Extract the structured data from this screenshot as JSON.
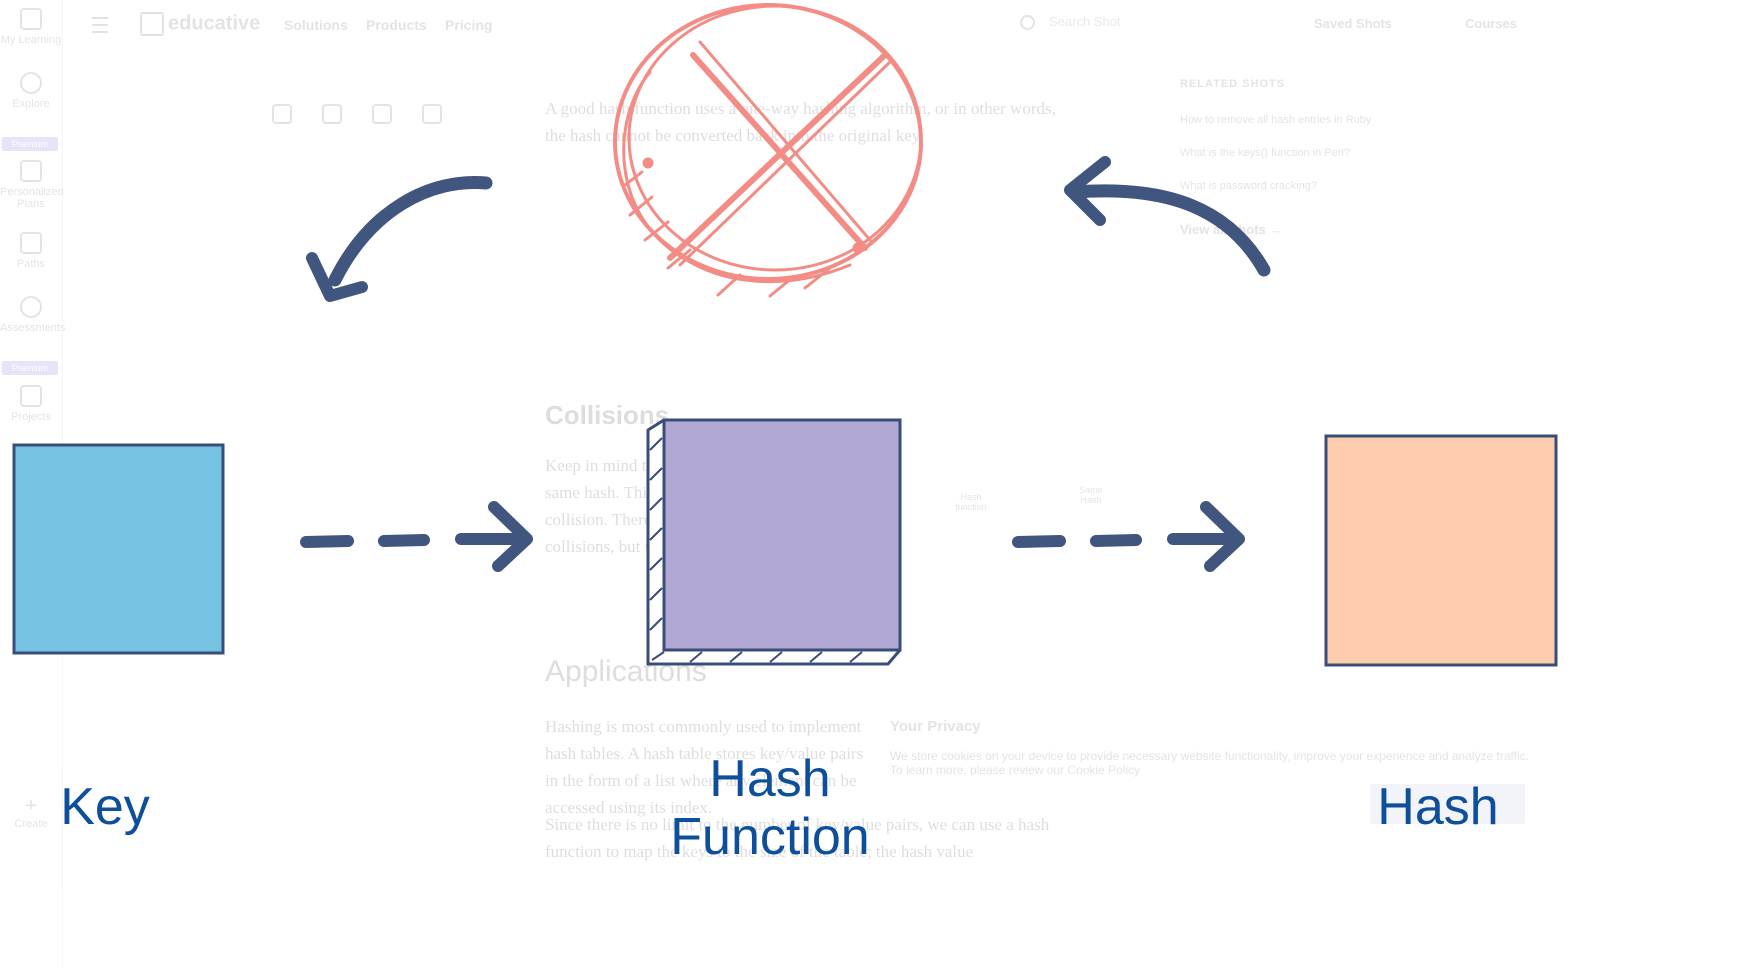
{
  "diagram": {
    "labels": {
      "key": "Key",
      "hash_function": "Hash Function",
      "hash": "Hash"
    },
    "colors": {
      "key_box": "#76c2e2",
      "hash_function_box": "#b1a8d3",
      "hash_box": "#fecdae",
      "outline": "#3a4d78",
      "arrow": "#41567f",
      "forbidden": "#f28c85",
      "label_text": "#0d4f9b"
    },
    "icons": [
      "forbidden-icon",
      "dashed-arrow-right-icon",
      "curved-arrow-icon"
    ]
  },
  "background_page": {
    "nav": [
      "Solutions",
      "Products",
      "Pricing"
    ],
    "logo": "educative",
    "search_placeholder": "Search Shot",
    "saved_shots": "Saved Shots",
    "courses": "Courses",
    "sidebar": [
      "My Learning",
      "Explore",
      "Premium",
      "Personalized Plans",
      "Paths",
      "Assessments",
      "Premium",
      "Projects",
      "Create"
    ],
    "paragraph1": "A good hash function uses a one-way hashing algorithm, or in other words, the hash cannot be converted back into the original key.",
    "heading_collisions": "Collisions",
    "paragraph2": "Keep in mind that two keys can generate the same hash. This phenomenon is known as a collision. There are several ways to handle collisions, but that's a topic for another time.",
    "heading_applications": "Applications",
    "paragraph3": "Hashing is most commonly used to implement hash tables. A hash table stores key/value pairs in the form of a list where any element can be accessed using its index.",
    "paragraph4": "Since there is no limit to the number of key/value pairs, we can use a hash function to map the keys to the size of the table; the hash value",
    "related_title": "RELATED SHOTS",
    "related": [
      "How to remove all hash entries in Ruby",
      "What is the keys() function in Perl?",
      "What is password cracking?",
      "View all shots →"
    ],
    "privacy_title": "Your Privacy",
    "privacy_text": "We store cookies on your device to provide necessary website functionality, improve your experience and analyze traffic. To learn more, please review our Cookie Policy",
    "mini_labels": [
      "Hash function",
      "Same Hash"
    ]
  }
}
